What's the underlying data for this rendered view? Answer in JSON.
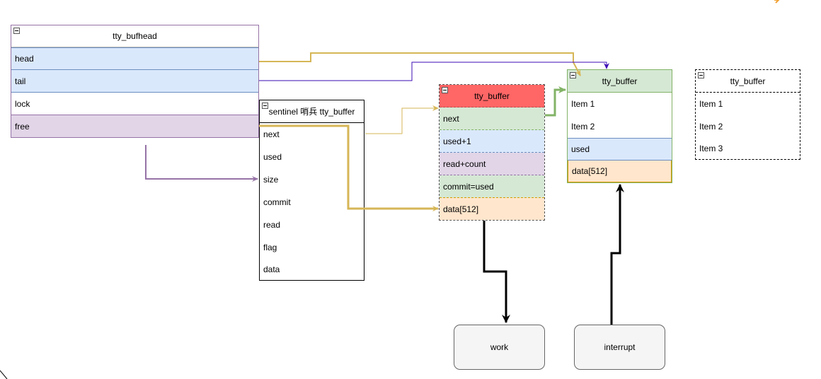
{
  "bufhead": {
    "title": "tty_bufhead",
    "rows": [
      "head",
      "tail",
      "lock",
      "free"
    ]
  },
  "sentinel": {
    "title": "sentinel 哨兵 tty_buffer",
    "rows": [
      "next",
      "used",
      "size",
      "commit",
      "read",
      "flag",
      "data"
    ]
  },
  "mid_buffer": {
    "title": "tty_buffer",
    "rows": [
      "next",
      "used+1",
      "read+count",
      "commit=used",
      "data[512]"
    ]
  },
  "right_buffer": {
    "title": "tty_buffer",
    "rows": [
      "Item 1",
      "Item 2",
      "used",
      "data[512]"
    ]
  },
  "far_buffer": {
    "title": "tty_buffer",
    "rows": [
      "Item 1",
      "Item 2",
      "Item 3"
    ]
  },
  "nodes": {
    "work": "work",
    "interrupt": "interrupt"
  },
  "colors": {
    "blue_fill": "#dae8fc",
    "blue_stroke": "#6c8ebf",
    "purple_fill": "#e1d5e7",
    "purple_stroke": "#9673a6",
    "green_fill": "#d5e8d4",
    "green_stroke": "#82b366",
    "orange_fill": "#ffe6cc",
    "orange_stroke": "#d79b00",
    "red_header": "#ff6666",
    "gold_wire": "#d6b656",
    "indigo_wire": "#3b0bb5"
  }
}
